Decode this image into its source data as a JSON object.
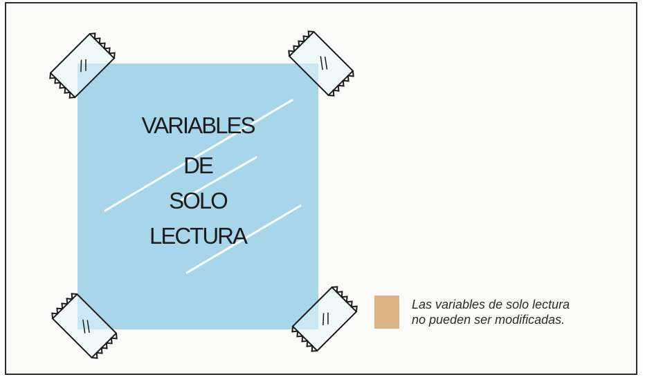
{
  "sign": {
    "lines": [
      "VARIABLES",
      "DE",
      "SOLO",
      "LECTURA"
    ]
  },
  "legend": {
    "swatch_color": "#dcb483",
    "text_line1": "Las variables de solo lectura",
    "text_line2": "no pueden ser modificadas."
  },
  "colors": {
    "paper": "#a7d6ea",
    "tape_line": "#1a1a1a"
  }
}
